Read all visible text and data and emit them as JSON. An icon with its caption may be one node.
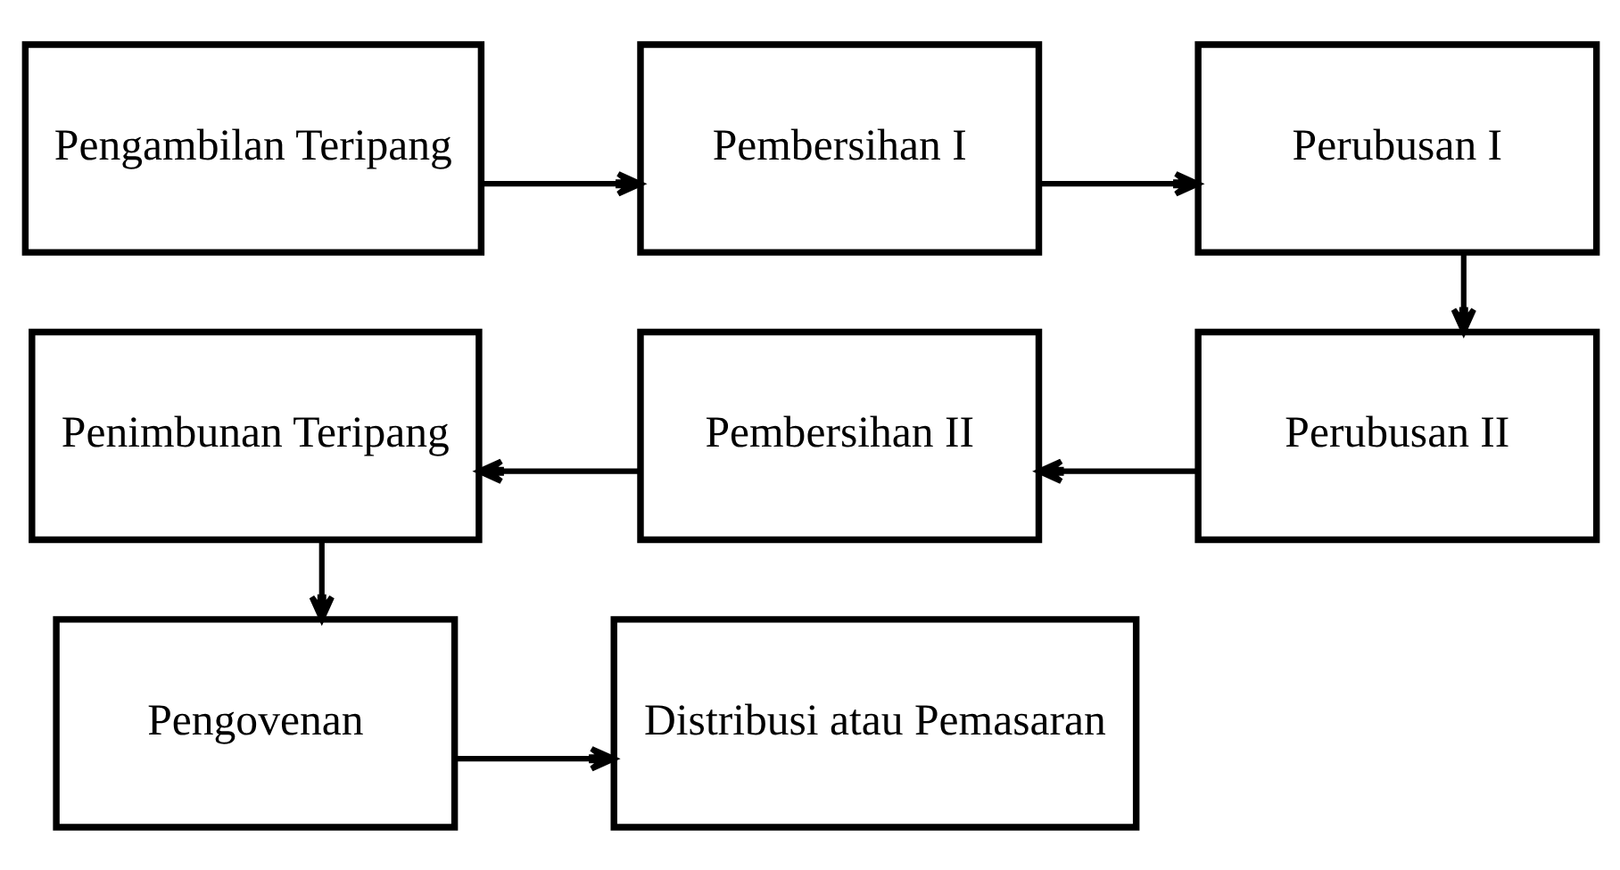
{
  "diagram": {
    "nodes": [
      {
        "text": [
          "Pengambilan Teripang"
        ]
      },
      {
        "text": [
          "Pembersihan I"
        ]
      },
      {
        "text": [
          "Perubusan I"
        ]
      },
      {
        "text": [
          "Penimbunan Teripang"
        ]
      },
      {
        "text": [
          "Pembersihan II"
        ]
      },
      {
        "text": [
          "Perubusan II"
        ]
      },
      {
        "text": [
          "Pengovenan"
        ]
      },
      {
        "text": [
          "Distribusi atau Pemasaran"
        ]
      }
    ],
    "edges": [
      {
        "from": 0,
        "to": 1,
        "arrow": "to"
      },
      {
        "from": 1,
        "to": 2,
        "arrow": "to"
      },
      {
        "from": 2,
        "to": 5,
        "arrow": "to"
      },
      {
        "from": 5,
        "to": 4,
        "arrow": "to"
      },
      {
        "from": 4,
        "to": 3,
        "arrow": "to"
      },
      {
        "from": 3,
        "to": 6,
        "arrow": "to"
      },
      {
        "from": 6,
        "to": 7,
        "arrow": "to"
      }
    ]
  }
}
